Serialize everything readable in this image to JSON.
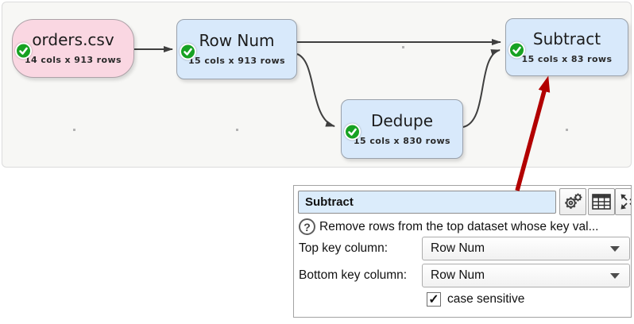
{
  "flow": {
    "nodes": [
      {
        "title": "orders.csv",
        "subtitle": "14 cols x 913 rows",
        "type": "input",
        "status": "ok"
      },
      {
        "title": "Row Num",
        "subtitle": "15 cols x 913 rows",
        "type": "transform",
        "status": "ok"
      },
      {
        "title": "Dedupe",
        "subtitle": "15 cols x 830 rows",
        "type": "transform",
        "status": "ok"
      },
      {
        "title": "Subtract",
        "subtitle": "15 cols x 83 rows",
        "type": "transform",
        "status": "ok"
      }
    ]
  },
  "panel": {
    "title_value": "Subtract",
    "help_icon": "?",
    "help_text": "Remove rows from the top dataset whose key val...",
    "toolbar": [
      {
        "name": "settings-gear"
      },
      {
        "name": "table-view"
      },
      {
        "name": "maximize"
      }
    ],
    "fields": [
      {
        "label": "Top key column:",
        "value": "Row Num"
      },
      {
        "label": "Bottom key column:",
        "value": "Row Num"
      }
    ],
    "case_sensitive": {
      "label": "case sensitive",
      "checked": true,
      "glyph": "✓"
    }
  },
  "colors": {
    "input_node": "#fad7e2",
    "transform_node": "#d8e9fb",
    "status_green": "#17a222",
    "annotation_red": "#b20000",
    "edge": "#3f3f3f"
  }
}
